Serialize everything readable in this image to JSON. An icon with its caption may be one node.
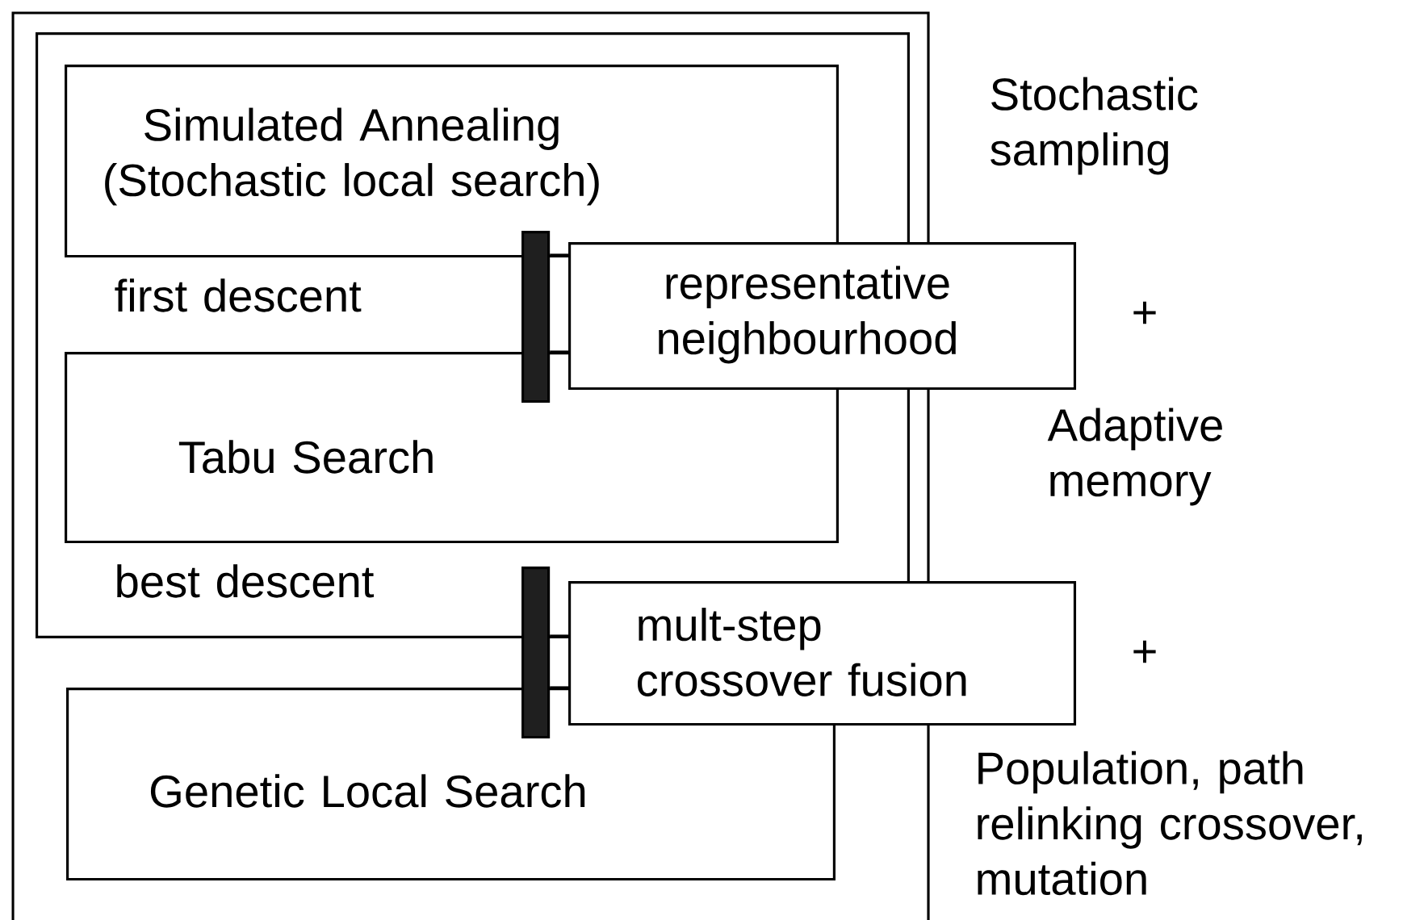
{
  "diagram": {
    "nodes": [
      {
        "text": [],
        "shape": "box"
      },
      {
        "text": [],
        "shape": "box",
        "in": 0
      },
      {
        "text": [
          "Simulated Annealing (Stochastic local search)"
        ],
        "in": 1
      },
      {
        "text": [],
        "shape": "bar",
        "in": 1
      },
      {
        "text": [
          "representative neighbourhood"
        ]
      },
      {
        "text": [
          "Tabu Search"
        ],
        "in": 1
      },
      {
        "text": [],
        "shape": "bar",
        "in": 0
      },
      {
        "text": [
          "mult-step crossover fusion"
        ]
      },
      {
        "text": [
          "Genetic Local Search"
        ],
        "in": 0
      }
    ],
    "edges": [
      {
        "from": 3,
        "to": 4,
        "arrow": "none"
      },
      {
        "from": 3,
        "to": 4,
        "arrow": "none"
      },
      {
        "from": 6,
        "to": 7,
        "arrow": "none"
      },
      {
        "from": 6,
        "to": 7,
        "arrow": "none"
      }
    ],
    "labels": [
      "Stochastic sampling",
      "first descent",
      "+",
      "Adaptive memory",
      "best descent",
      "+",
      "Population, path relinking crossover, mutation"
    ]
  }
}
